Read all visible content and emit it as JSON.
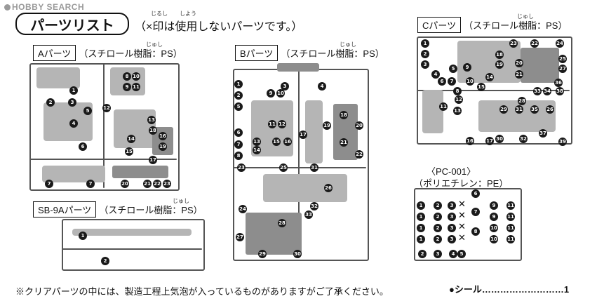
{
  "watermark": "HOBBY SEARCH",
  "header": {
    "title": "パーツリスト",
    "note": "（×印は使用しないパーツです。）",
    "note_ruby": [
      "じるし",
      "しよう"
    ]
  },
  "material_ruby": "じゅし",
  "sections": [
    {
      "id": "a",
      "name": "Aパーツ",
      "material": "（スチロール樹脂：PS）",
      "numbers": [
        "1",
        "2",
        "3",
        "4",
        "5",
        "6",
        "7",
        "8",
        "9",
        "10",
        "11",
        "12",
        "13",
        "14",
        "15",
        "16",
        "17",
        "18",
        "19",
        "20",
        "21",
        "22",
        "23"
      ]
    },
    {
      "id": "b",
      "name": "Bパーツ",
      "material": "（スチロール樹脂：PS）",
      "numbers": [
        "1",
        "2",
        "3",
        "4",
        "5",
        "6",
        "7",
        "8",
        "9",
        "10",
        "11",
        "12",
        "13",
        "14",
        "15",
        "16",
        "17",
        "18",
        "19",
        "20",
        "21",
        "22",
        "23",
        "24",
        "25",
        "26",
        "27",
        "28",
        "29",
        "30",
        "31",
        "32",
        "33"
      ]
    },
    {
      "id": "c",
      "name": "Cパーツ",
      "material": "（スチロール樹脂：PS）",
      "numbers": [
        "1",
        "2",
        "3",
        "4",
        "5",
        "6",
        "7",
        "8",
        "9",
        "10",
        "11",
        "12",
        "13",
        "14",
        "15",
        "16",
        "17",
        "18",
        "19",
        "20",
        "21",
        "22",
        "23",
        "24",
        "25",
        "26",
        "27",
        "28",
        "29",
        "30",
        "31",
        "32",
        "33",
        "34",
        "35",
        "36",
        "37",
        "38",
        "39"
      ]
    },
    {
      "id": "sb",
      "name": "SB-9Aパーツ",
      "material": "（スチロール樹脂：PS）",
      "numbers": [
        "1",
        "2"
      ]
    }
  ],
  "pc": {
    "name": "〈PC-001〉",
    "material": "（ポリエチレン：PE）",
    "numbers": [
      "1",
      "2",
      "3",
      "4",
      "5",
      "6",
      "7",
      "8",
      "9",
      "10",
      "11"
    ]
  },
  "footer": {
    "note": "※クリアパーツの中には、製造工程上気泡が入っているものがありますがご了承ください。",
    "seal_label": "●シール………………………1"
  }
}
